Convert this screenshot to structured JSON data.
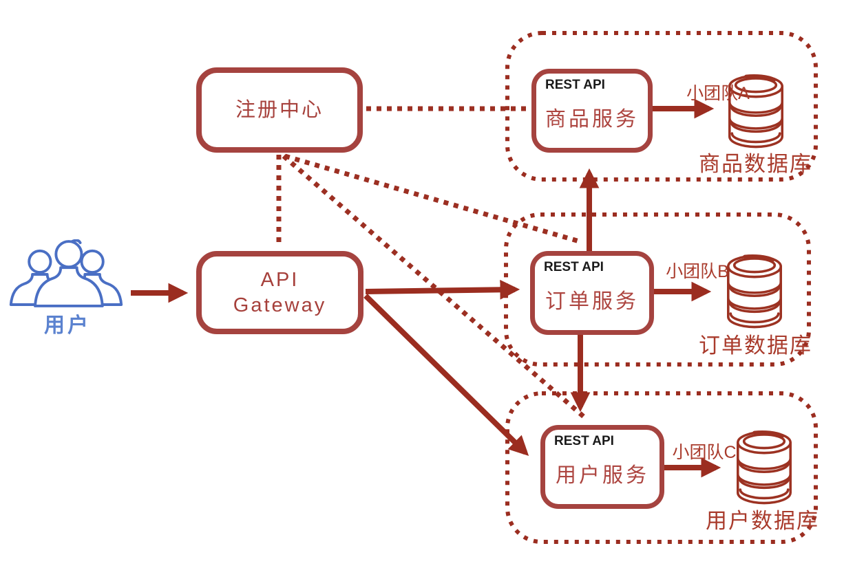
{
  "diagram": {
    "registry": {
      "label": "注册中心"
    },
    "gateway": {
      "line1": "API",
      "line2": "Gateway"
    },
    "users": {
      "label": "用户"
    },
    "groups": [
      {
        "api": "REST API",
        "service": "商品服务",
        "team": "小团队A",
        "database": "商品数据库"
      },
      {
        "api": "REST API",
        "service": "订单服务",
        "team": "小团队B",
        "database": "订单数据库"
      },
      {
        "api": "REST API",
        "service": "用户服务",
        "team": "小团队C",
        "database": "用户数据库"
      }
    ]
  },
  "colors": {
    "arrow_red": "#9b2d20",
    "dotted_red": "#9c2f22",
    "box_border_red": "#a5433f",
    "title_text_red": "#a6403b",
    "service_text_red": "#ad4540",
    "label_red": "#a93b2c",
    "db_icon_red": "#9c3222",
    "rest_api_text": "#1a1a1a",
    "user_icon_blue": "#4a6fc4",
    "user_label_blue": "#5b82cf",
    "background": "#ffffff"
  }
}
